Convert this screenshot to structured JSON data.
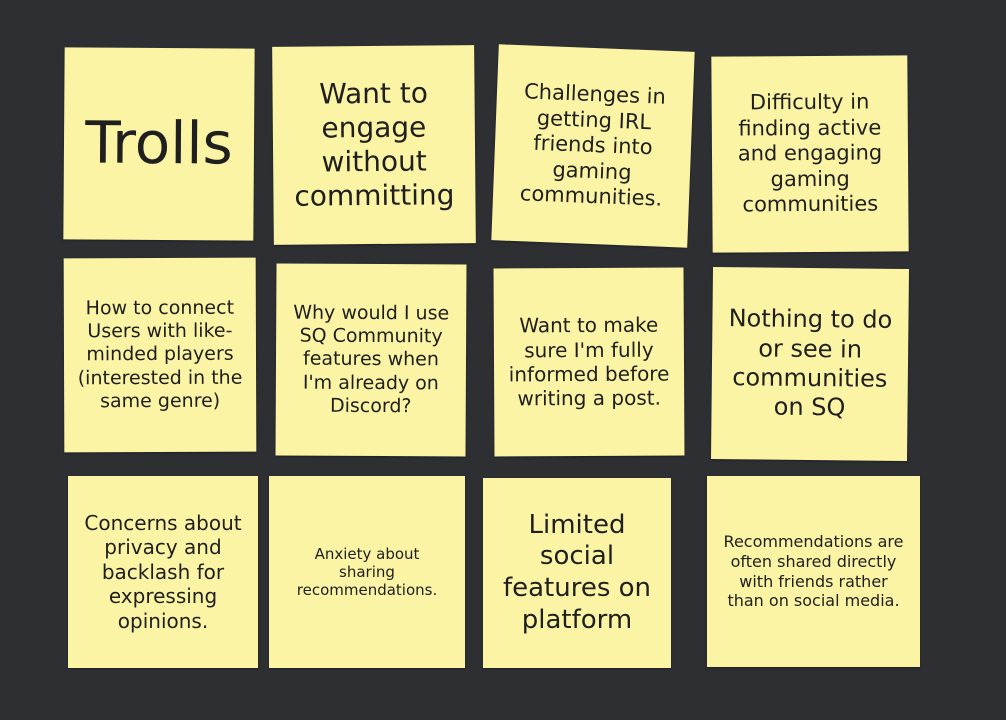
{
  "notes": [
    {
      "text": "Trolls"
    },
    {
      "text": "Want to engage without committing"
    },
    {
      "text": "Challenges in getting IRL friends into gaming communities."
    },
    {
      "text": "Difficulty in finding active and engaging gaming communities"
    },
    {
      "text": "How to connect Users with like-minded players (interested in the same genre)"
    },
    {
      "text": "Why would I use SQ Community features when I'm already on Discord?"
    },
    {
      "text": "Want to make sure I'm fully informed before writing a post."
    },
    {
      "text": "Nothing to do or see in communities on SQ"
    },
    {
      "text": "Concerns about privacy and backlash for expressing opinions."
    },
    {
      "text": "Anxiety about sharing recommendations."
    },
    {
      "text": "Limited social features on platform"
    },
    {
      "text": "Recommendations are often shared directly with friends rather than on social media."
    }
  ]
}
